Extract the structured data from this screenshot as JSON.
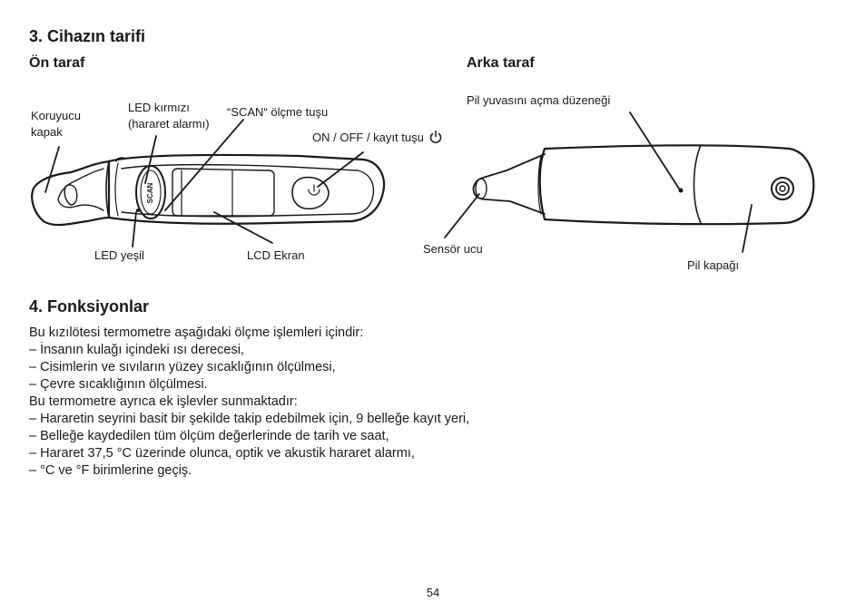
{
  "page": {
    "section3_title": "3. Cihazın tarifi",
    "front_title": "Ön taraf",
    "back_title": "Arka taraf",
    "section4_title": "4. Fonksiyonlar",
    "page_number": "54"
  },
  "front_labels": {
    "cap_line1": "Koruyucu",
    "cap_line2": "kapak",
    "led_red_line1": "LED kırmızı",
    "led_red_line2": "(hararet alarmı)",
    "scan_key": "“SCAN“ ölçme tuşu",
    "onoff_key": "ON / OFF / kayıt tuşu",
    "led_green": "LED yeşil",
    "lcd": "LCD Ekran",
    "scan_button_text": "SCAN"
  },
  "back_labels": {
    "battery_release": "Pil yuvasını açma düzeneği",
    "sensor_tip": "Sensör ucu",
    "battery_cover": "Pil kapağı"
  },
  "functions": {
    "intro": "Bu kızılötesi termometre aşağıdaki ölçme işlemleri içindir:",
    "item1": "– İnsanın kulağı içindeki ısı derecesi,",
    "item2": "– Cisimlerin ve sıvıların yüzey sıcaklığının ölçülmesi,",
    "item3": "– Çevre sıcaklığının ölçülmesi.",
    "extra_intro": "Bu termometre ayrıca ek işlevler sunmaktadır:",
    "extra1": "– Hararetin seyrini basit bir şekilde takip edebilmek için, 9 belleğe kayıt yeri,",
    "extra2": "– Belleğe kaydedilen tüm ölçüm değerlerinde de tarih ve saat,",
    "extra3": "– Hararet 37,5 °C üzerinde olunca, optik ve akustik hararet alarmı,",
    "extra4": "– °C ve °F birimlerine geçiş."
  }
}
